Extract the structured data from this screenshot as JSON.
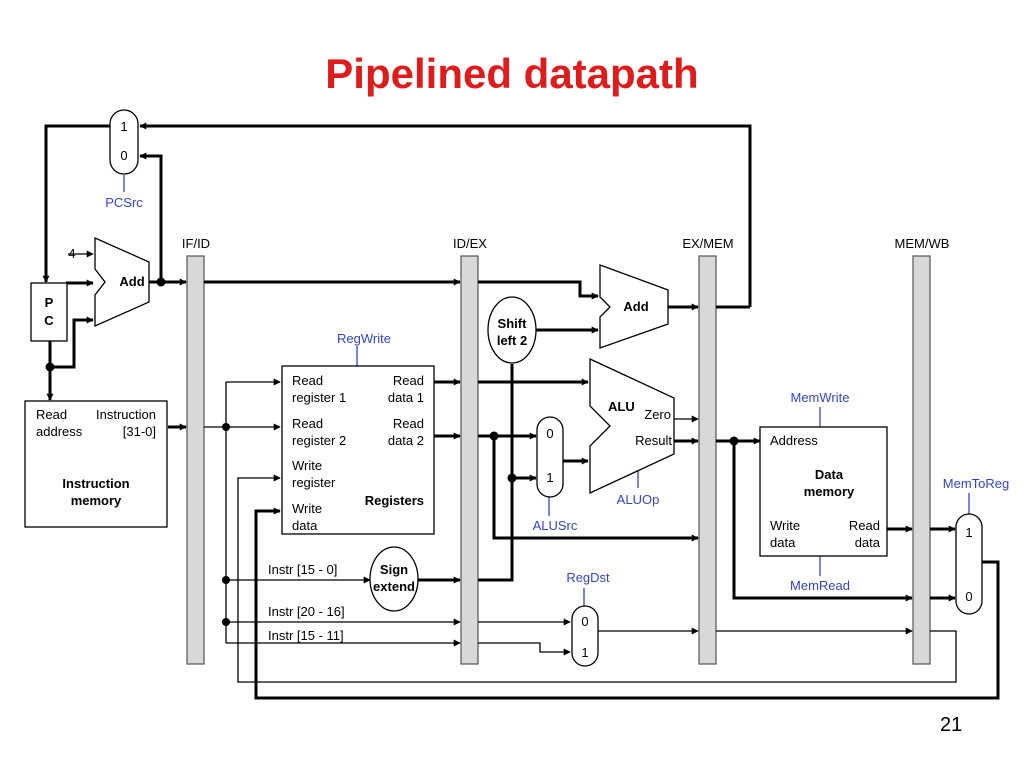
{
  "slide": {
    "title": "Pipelined datapath",
    "page_number": "21"
  },
  "pipeline_registers": [
    "IF/ID",
    "ID/EX",
    "EX/MEM",
    "MEM/WB"
  ],
  "pc": {
    "line1": "P",
    "line2": "C"
  },
  "constant_four": "4",
  "adders": {
    "pc_add": "Add",
    "branch_add": "Add"
  },
  "instruction_memory": {
    "read_address_1": "Read",
    "read_address_2": "address",
    "instruction_1": "Instruction",
    "instruction_2": "[31-0]",
    "name_1": "Instruction",
    "name_2": "memory"
  },
  "registers": {
    "read_register_1": [
      "Read",
      "register 1"
    ],
    "read_register_2": [
      "Read",
      "register 2"
    ],
    "write_register": [
      "Write",
      "register"
    ],
    "write_data": [
      "Write",
      "data"
    ],
    "read_data_1": [
      "Read",
      "data 1"
    ],
    "read_data_2": [
      "Read",
      "data 2"
    ],
    "name": "Registers"
  },
  "shift_left": [
    "Shift",
    "left 2"
  ],
  "sign_extend": [
    "Sign",
    "extend"
  ],
  "alu": {
    "name": "ALU",
    "zero": "Zero",
    "result": "Result"
  },
  "data_memory": {
    "address": "Address",
    "name_1": "Data",
    "name_2": "memory",
    "write_data": [
      "Write",
      "data"
    ],
    "read_data": [
      "Read",
      "data"
    ]
  },
  "instr_fields": [
    "Instr [15 - 0]",
    "Instr [20 - 16]",
    "Instr [15 - 11]"
  ],
  "mux_inputs": {
    "pcsrc": [
      "1",
      "0"
    ],
    "alusrc": [
      "0",
      "1"
    ],
    "regdst": [
      "0",
      "1"
    ],
    "memtoreg": [
      "1",
      "0"
    ]
  },
  "control_signals": {
    "pcsrc": "PCSrc",
    "regwrite": "RegWrite",
    "alusrc": "ALUSrc",
    "aluop": "ALUOp",
    "regdst": "RegDst",
    "memwrite": "MemWrite",
    "memread": "MemRead",
    "memtoreg": "MemToReg"
  },
  "colors": {
    "title": "#e01b1b",
    "control": "#3344cc",
    "pipeline_register_fill": "#d8d8d8"
  }
}
